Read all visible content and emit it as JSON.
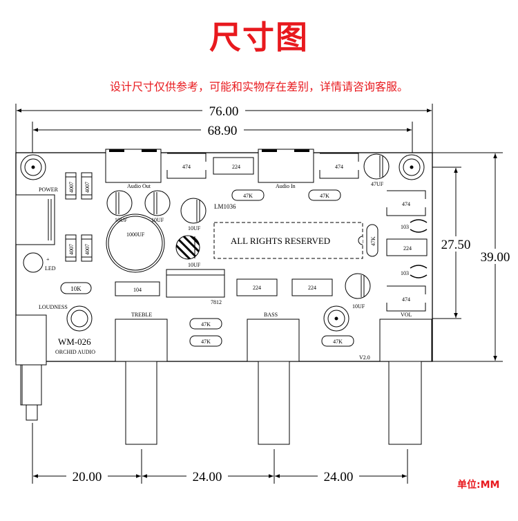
{
  "title": "尺寸图",
  "notice": "设计尺寸仅供参考，可能和实物存在差别，详情请咨询客服。",
  "unit_label": "单位:MM",
  "dimensions": {
    "overall_width": "76.00",
    "hole_spacing": "68.90",
    "hole_vertical": "27.50",
    "overall_height": "39.00",
    "left_to_treble": "20.00",
    "treble_to_bass": "24.00",
    "bass_to_vol": "24.00"
  },
  "board": {
    "model": "WM-026",
    "brand": "ORCHID AUDIO",
    "version": "V2.0",
    "silkscreen": "ALL RIGHTS RESERVED",
    "labels": {
      "power": "POWER",
      "led": "LED",
      "loudness": "LOUDNESS",
      "audio_out": "Audio Out",
      "audio_in": "Audio In",
      "lm1036": "LM1036",
      "regulator": "7812",
      "treble": "TREBLE",
      "bass": "BASS",
      "vol": "VOL",
      "plus": "+"
    },
    "components": {
      "diode": "4007",
      "cap_1000uf": "1000UF",
      "cap_10uf": "10UF",
      "cap_47uf": "47UF",
      "res_474": "474",
      "cap_224": "224",
      "res_47k": "47K",
      "res_10k": "10K",
      "cap_104": "104",
      "cap_103": "103"
    }
  }
}
